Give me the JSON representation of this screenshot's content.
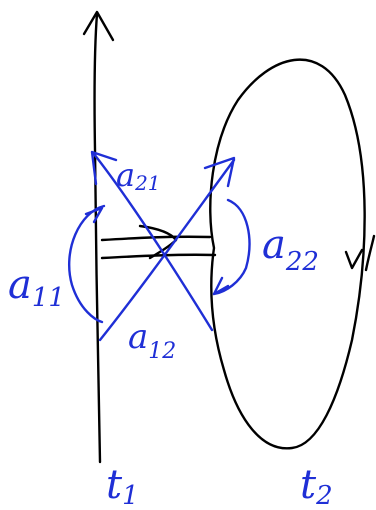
{
  "colors": {
    "ink_black": "#000000",
    "ink_blue": "#1f2fd6",
    "background": "#ffffff"
  },
  "labels": {
    "a11": "a",
    "a11_sub": "11",
    "a12": "a",
    "a12_sub": "12",
    "a21": "a",
    "a21_sub": "21",
    "a22": "a",
    "a22_sub": "22",
    "t1": "t",
    "t1_sub": "1",
    "t2": "t",
    "t2_sub": "2"
  }
}
